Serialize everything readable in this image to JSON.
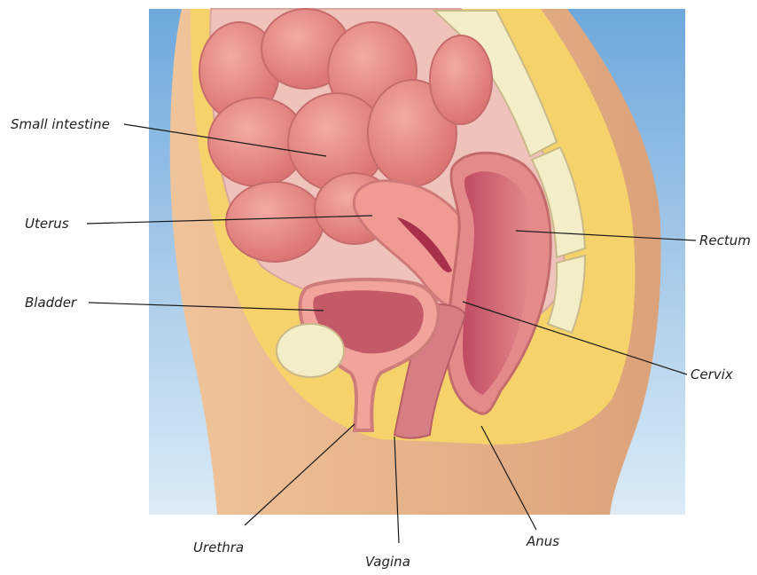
{
  "labels": {
    "small_intestine": "Small intestine",
    "uterus": "Uterus",
    "bladder": "Bladder",
    "rectum": "Rectum",
    "cervix": "Cervix",
    "urethra": "Urethra",
    "vagina": "Vagina",
    "anus": "Anus"
  },
  "colors": {
    "background_top": "#6ea8dc",
    "background_bottom": "#dcebf6",
    "skin": "#e8b48a",
    "fat": "#f5d36a",
    "organ": "#e88c86",
    "organ_dark": "#b8455a",
    "spine": "#f4eec8"
  }
}
